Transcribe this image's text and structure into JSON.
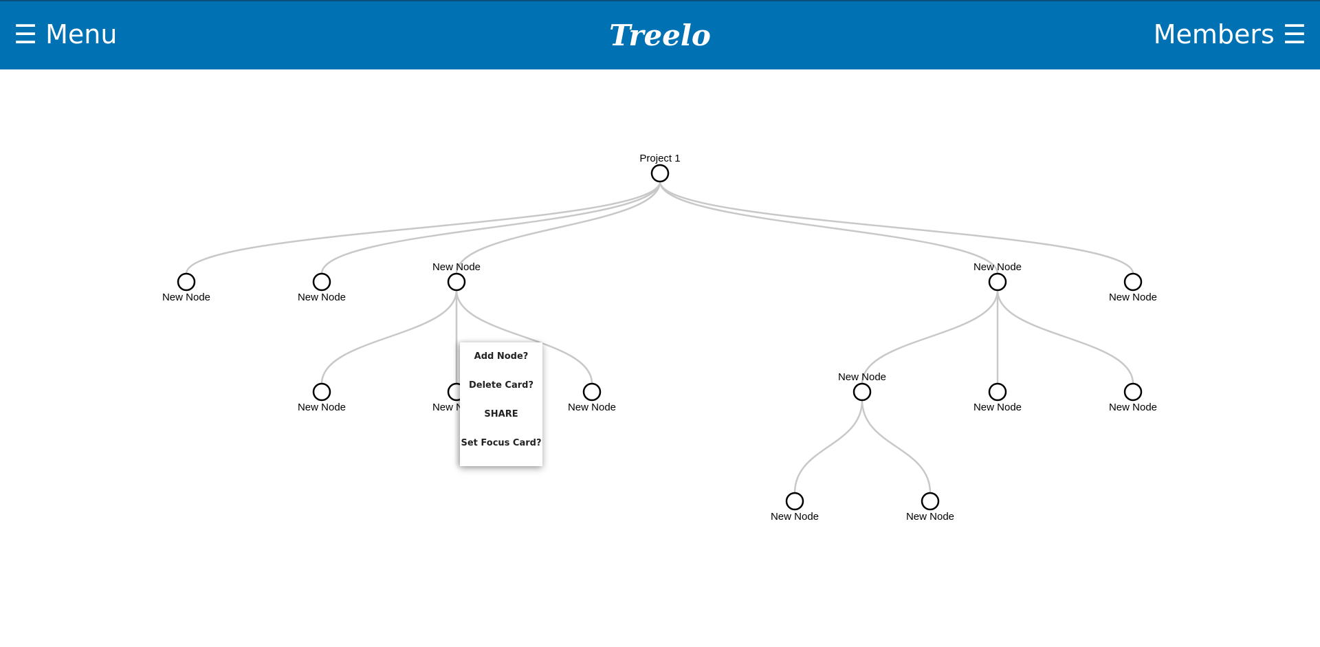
{
  "header": {
    "menu_label": "☰ Menu",
    "logo_text": "Treelo",
    "members_label": "Members ☰",
    "bg_color": "#0071b3"
  },
  "tree": {
    "root_label": "Project 1",
    "nodes": [
      {
        "id": "n1",
        "label": "New Node"
      },
      {
        "id": "n2",
        "label": "New Node"
      },
      {
        "id": "n3",
        "label": "New Node"
      },
      {
        "id": "n4",
        "label": "New Node"
      },
      {
        "id": "n5",
        "label": "New Node"
      },
      {
        "id": "n6",
        "label": "New Node"
      },
      {
        "id": "n7",
        "label": "New Node"
      },
      {
        "id": "n8",
        "label": "New Node"
      },
      {
        "id": "n9",
        "label": "New Node"
      },
      {
        "id": "n10",
        "label": "New Node"
      },
      {
        "id": "n11",
        "label": "New Node"
      },
      {
        "id": "n12",
        "label": "New Node"
      },
      {
        "id": "n13",
        "label": "New Node"
      },
      {
        "id": "n14",
        "label": "New Node"
      }
    ]
  },
  "context_menu": {
    "items": [
      {
        "label": "Add Node?"
      },
      {
        "label": "Delete Card?"
      },
      {
        "label": "SHARE"
      },
      {
        "label": "Set Focus Card?"
      }
    ]
  }
}
